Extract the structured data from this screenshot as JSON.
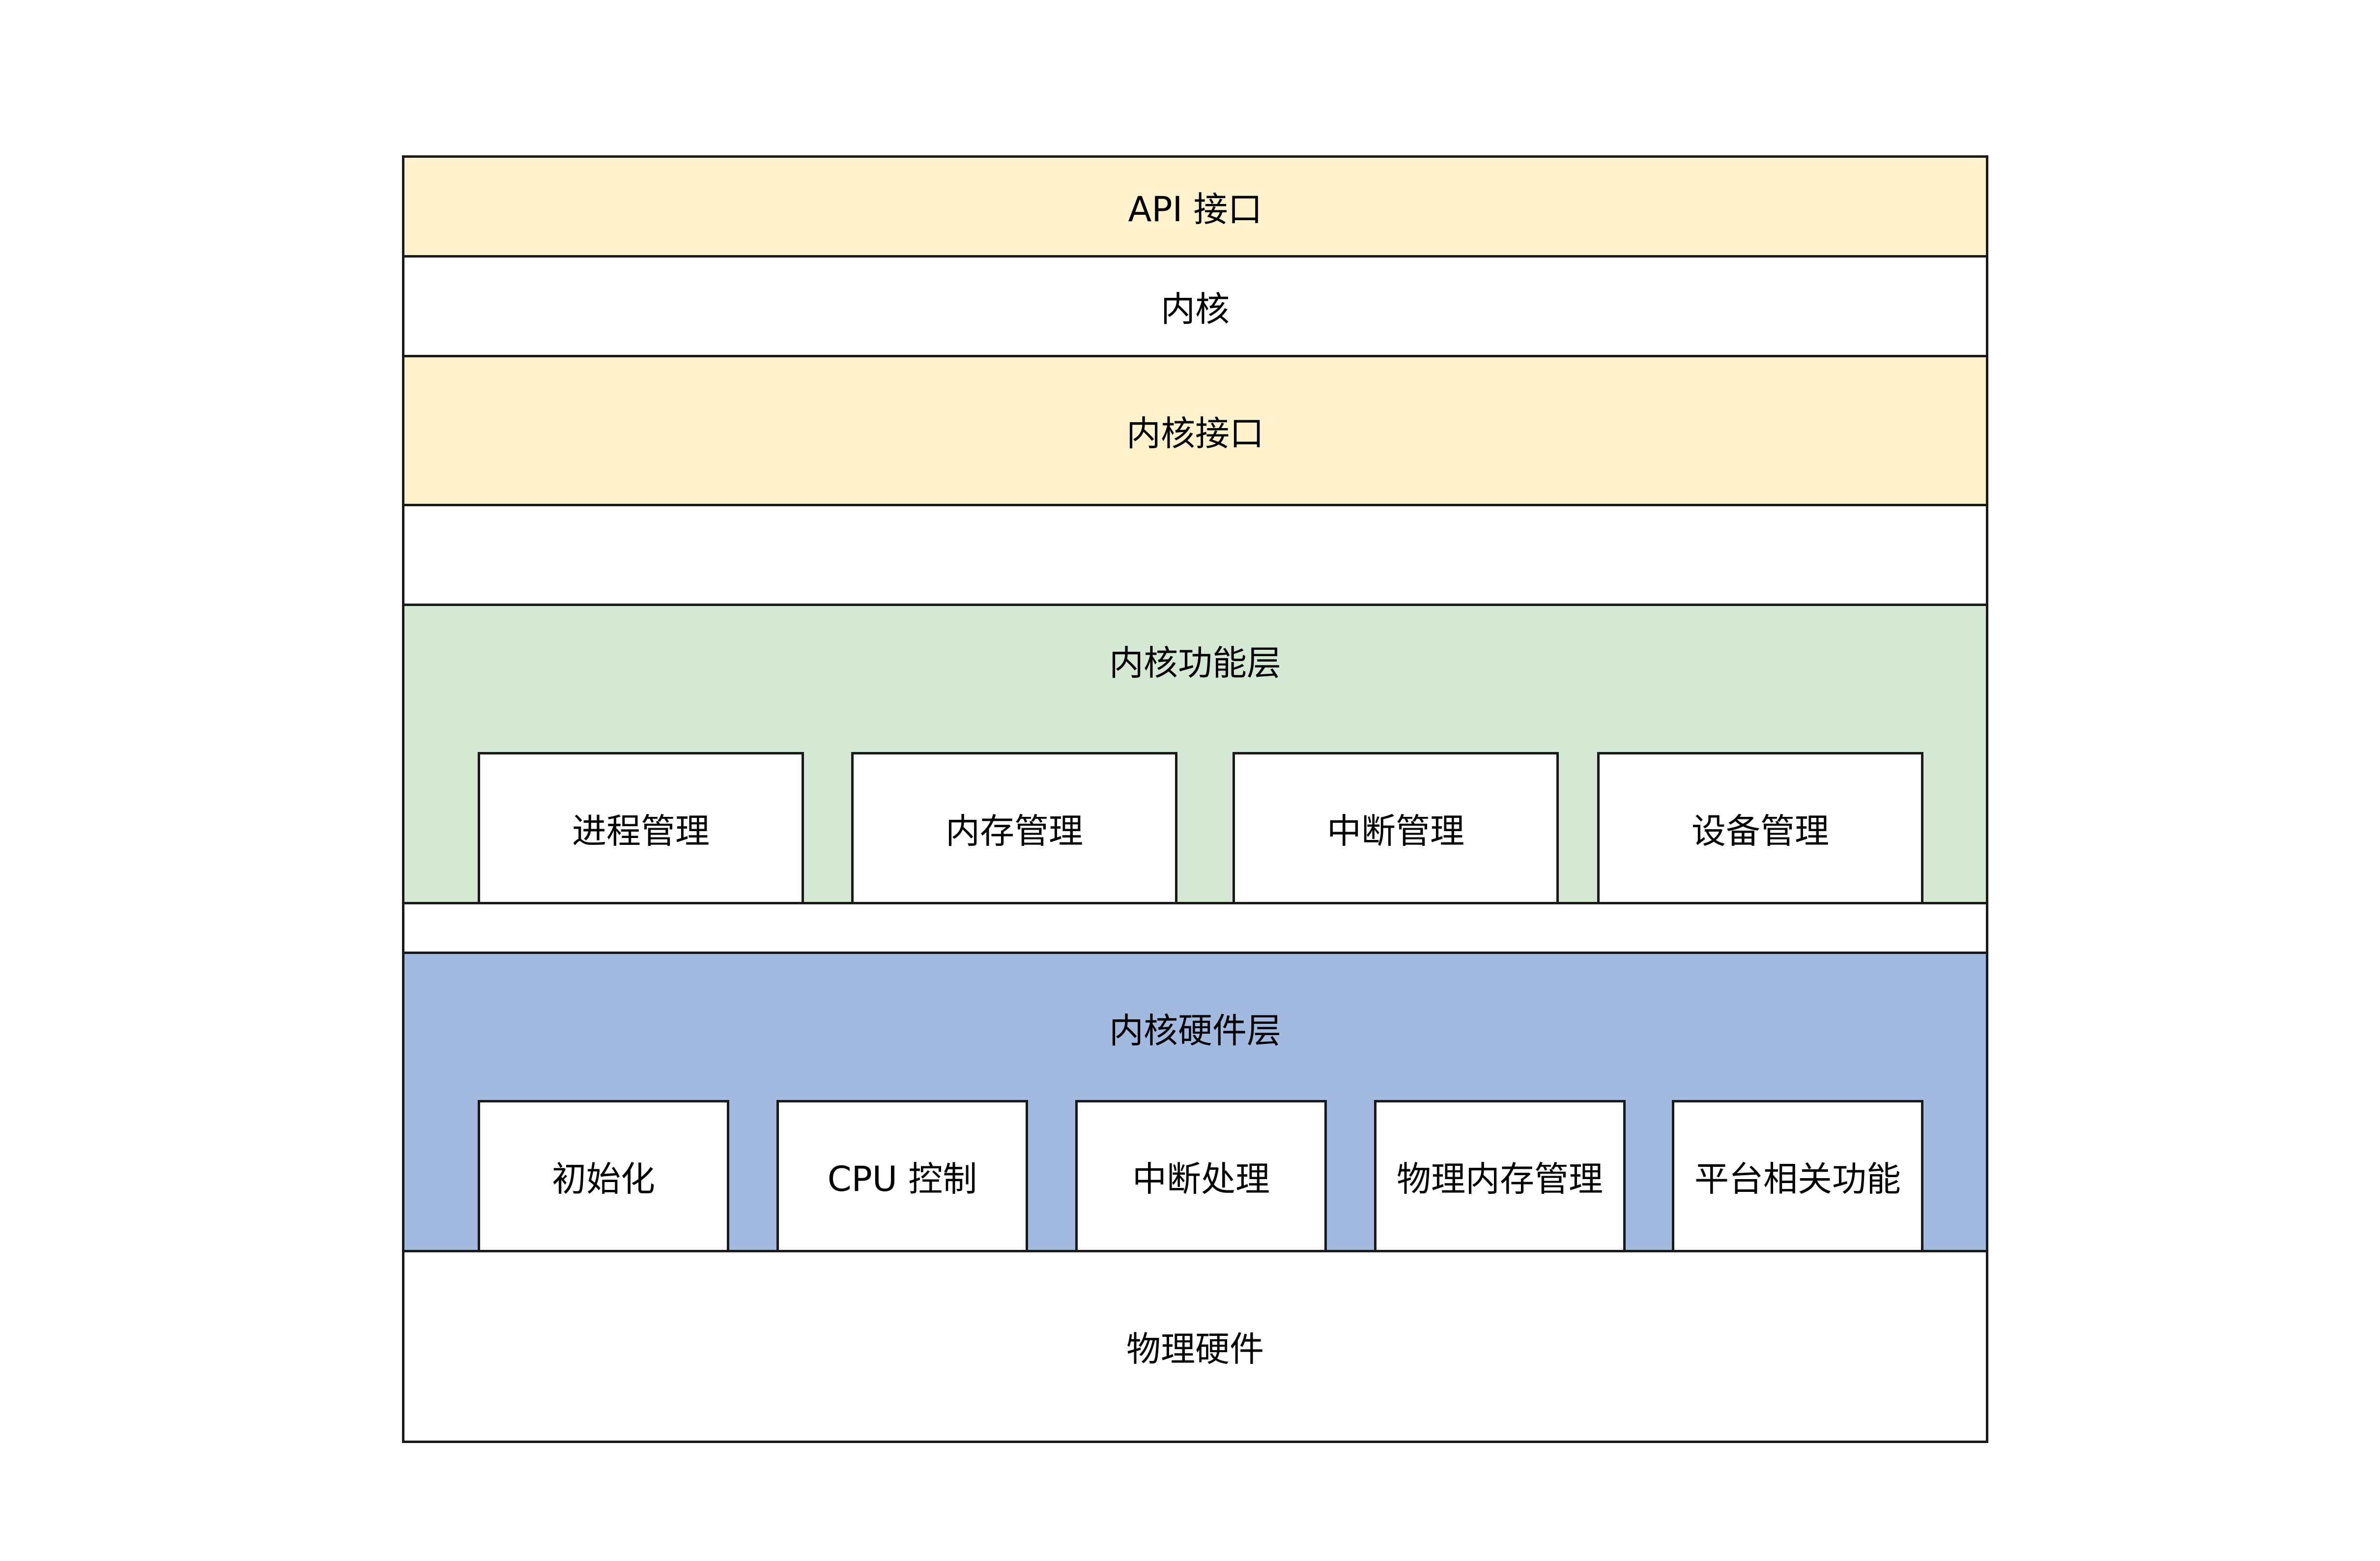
{
  "layers": {
    "api": {
      "label": "API 接口",
      "color": "#fff2cc"
    },
    "kernel": {
      "label": "内核",
      "color": "#ffffff"
    },
    "kernel_interface": {
      "label": "内核接口",
      "color": "#fff2cc"
    },
    "spacer_1": {
      "label": "",
      "color": "#ffffff"
    },
    "function_layer": {
      "label": "内核功能层",
      "color": "#d5e8d4",
      "modules": [
        "进程管理",
        "内存管理",
        "中断管理",
        "设备管理"
      ]
    },
    "spacer_2": {
      "label": "",
      "color": "#ffffff"
    },
    "hardware_layer": {
      "label": "内核硬件层",
      "color": "#a2badf",
      "modules": [
        "初始化",
        "CPU 控制",
        "中断处理",
        "物理内存管理",
        "平台相关功能"
      ]
    },
    "physical_hardware": {
      "label": "物理硬件",
      "color": "#ffffff"
    }
  }
}
